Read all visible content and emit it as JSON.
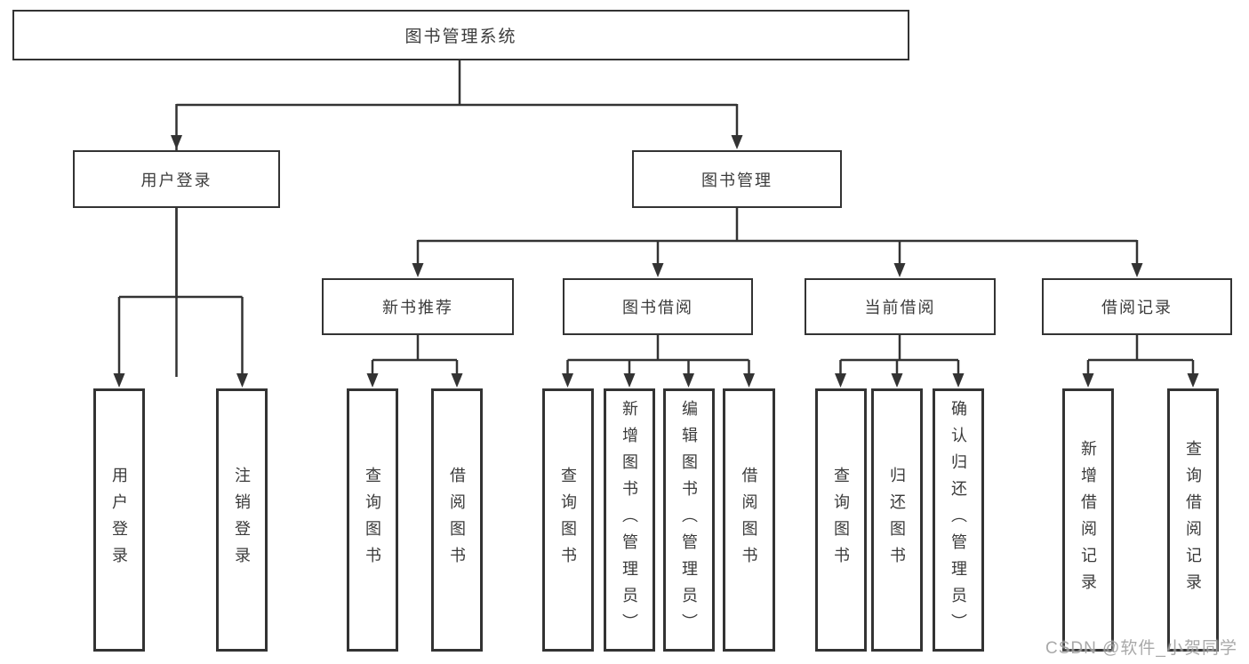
{
  "diagram": {
    "root": {
      "label": "图书管理系统"
    },
    "login": {
      "label": "用户登录",
      "children": [
        {
          "label": "用户登录"
        },
        {
          "label": "注销登录"
        }
      ]
    },
    "management": {
      "label": "图书管理",
      "groups": [
        {
          "label": "新书推荐",
          "children": [
            {
              "label": "查询图书"
            },
            {
              "label": "借阅图书"
            }
          ]
        },
        {
          "label": "图书借阅",
          "children": [
            {
              "label": "查询图书"
            },
            {
              "label": "新增图书（管理员）"
            },
            {
              "label": "编辑图书（管理员）"
            },
            {
              "label": "借阅图书"
            }
          ]
        },
        {
          "label": "当前借阅",
          "children": [
            {
              "label": "查询图书"
            },
            {
              "label": "归还图书"
            },
            {
              "label": "确认归还（管理员）"
            }
          ]
        },
        {
          "label": "借阅记录",
          "children": [
            {
              "label": "新增借阅记录"
            },
            {
              "label": "查询借阅记录"
            }
          ]
        }
      ]
    }
  },
  "watermark": {
    "text": "CSDN @软件_小贺同学"
  },
  "colors": {
    "line": "#333333",
    "text": "#3b3b3b",
    "background": "#ffffff",
    "watermark": "#919191"
  }
}
